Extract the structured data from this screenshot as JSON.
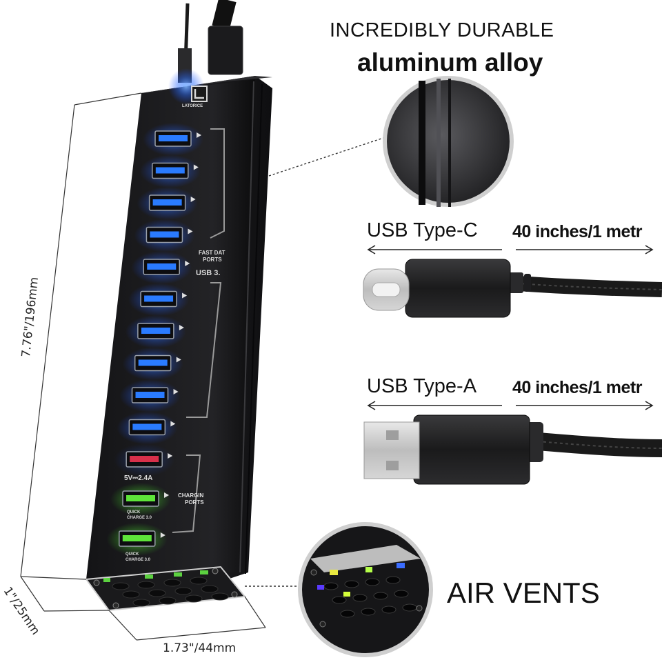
{
  "headline": {
    "line1": "INCREDIBLY DURABLE",
    "line2": "aluminum alloy"
  },
  "cables": [
    {
      "label": "USB Type-C",
      "length": "40 inches/1 metr"
    },
    {
      "label": "USB Type-A",
      "length": "40 inches/1 metr"
    }
  ],
  "vents_label": "AIR VENTS",
  "dimensions": {
    "height": "7.76\"/196mm",
    "depth": "1\"/25mm",
    "width": "1.73\"/44mm"
  },
  "hub": {
    "brand": "LATORICE",
    "data_label_1": "FAST DAT",
    "data_label_2": "PORTS",
    "usb_label": "USB 3.",
    "voltage": "5V⎓2.4A",
    "charging_label_1": "CHARGIN",
    "charging_label_2": "PORTS",
    "qc_1": "QUICK",
    "qc_2": "CHARGE 3.0",
    "qc_3": "QUICK",
    "qc_4": "CHARGE 3.0"
  },
  "colors": {
    "data_port_glow": "#2a7bff",
    "red_port": "#d8304a",
    "green_port": "#5ee43a",
    "body": "#1c1c1e"
  }
}
